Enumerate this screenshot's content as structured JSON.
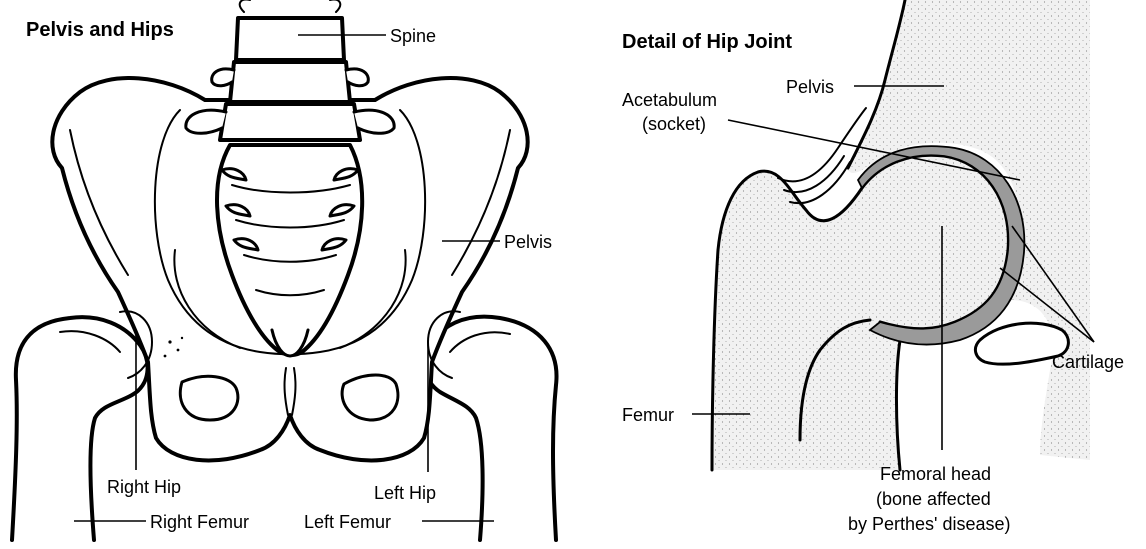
{
  "left_panel": {
    "title": "Pelvis and Hips",
    "labels": {
      "spine": "Spine",
      "pelvis": "Pelvis",
      "right_hip": "Right Hip",
      "left_hip": "Left Hip",
      "right_femur": "Right Femur",
      "left_femur": "Left Femur"
    }
  },
  "right_panel": {
    "title": "Detail of Hip Joint",
    "labels": {
      "pelvis": "Pelvis",
      "acetabulum_line1": "Acetabulum",
      "acetabulum_line2": "(socket)",
      "cartilage": "Cartilage",
      "femur": "Femur",
      "femoral_head_line1": "Femoral head",
      "femoral_head_line2": "(bone affected",
      "femoral_head_line3": "by Perthes' disease)"
    }
  },
  "colors": {
    "line": "#000000",
    "background": "#ffffff",
    "bone_stipple": "#eeeeee",
    "cartilage": "#9a9a9a"
  }
}
